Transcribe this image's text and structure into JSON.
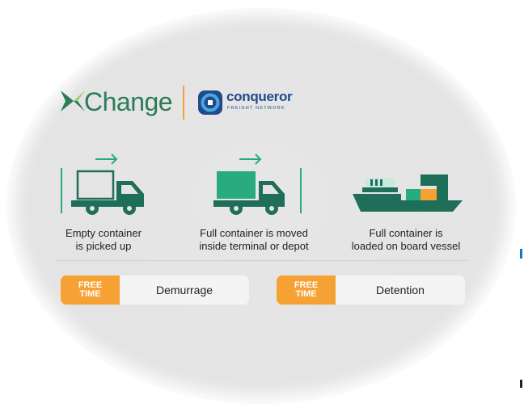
{
  "brand": {
    "name": "Change",
    "partner_name": "conqueror",
    "partner_tagline": "FREIGHT NETWORK"
  },
  "colors": {
    "green_dark": "#1f6e59",
    "green_light": "#27ab7f",
    "orange": "#f6a133",
    "navy": "#1f4a8c"
  },
  "steps": [
    {
      "icon": "truck-empty-icon",
      "line1": "Empty container",
      "line2": "is picked up"
    },
    {
      "icon": "truck-full-icon",
      "line1": "Full container is moved",
      "line2": "inside terminal or depot"
    },
    {
      "icon": "ship-icon",
      "line1": "Full container is",
      "line2": "loaded on board vessel"
    }
  ],
  "periods": [
    {
      "tag_line1": "FREE",
      "tag_line2": "TIME",
      "label": "Demurrage"
    },
    {
      "tag_line1": "FREE",
      "tag_line2": "TIME",
      "label": "Detention"
    }
  ]
}
